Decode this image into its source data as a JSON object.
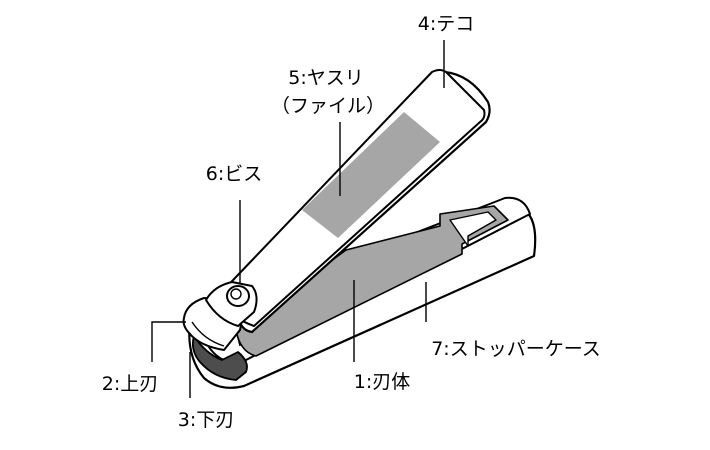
{
  "colors": {
    "outline": "#000000",
    "body_fill": "#ffffff",
    "file_gray": "#a6a6a6",
    "blade_dark": "#4d4d4d"
  },
  "labels": {
    "lever": "4:テコ",
    "file_line1": "5:ヤスリ",
    "file_line2": "（ファイル）",
    "screw": "6:ビス",
    "stopper_case": "7:ストッパーケース",
    "upper_blade": "2:上刃",
    "blade_body": "1:刃体",
    "lower_blade": "3:下刃"
  }
}
